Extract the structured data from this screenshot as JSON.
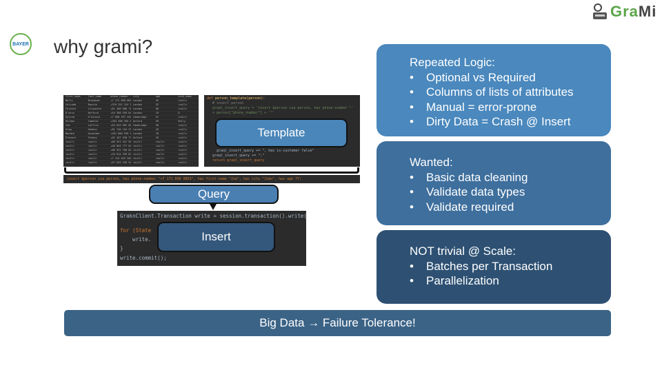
{
  "header": {
    "title": "why grami?",
    "bayer_logo": "BAYER",
    "grami_logo": "GraMi"
  },
  "table": {
    "headers": [
      "first_name",
      "last_name",
      "phone_number",
      "city",
      "age",
      "nick_name"
    ],
    "rows": [
      [
        "Melli",
        "Bleakman",
        "+7 171 898 0853",
        "London",
        "55",
        "<null>"
      ],
      [
        "Celinda",
        "Bonick",
        "+370 351 224 5176",
        "London",
        "52",
        "<null>"
      ],
      [
        "Chryste",
        "Lilywhite",
        "+81 308 988 7153",
        "London",
        "66",
        "<null>"
      ],
      [
        "D'arcy",
        "Byfford",
        "+54 398 559 0423",
        "London",
        "19",
        "D"
      ],
      [
        "Xylina",
        "D'Alesco",
        "+7 690 597 4443",
        "Cambridge",
        "51",
        "<null>"
      ],
      [
        "Roldan",
        "Cometti",
        "+263 498 495 0617",
        "Oxford",
        "59",
        "Rolly"
      ],
      [
        "Cob",
        "Lafflin",
        "+63 815 962 6097",
        "Cambridge",
        "56",
        "<null>"
      ],
      [
        "Olag",
        "Heakey",
        "+81 746 154 2598",
        "London",
        "45",
        "<null>"
      ],
      [
        "Mandie",
        "Assender",
        "+261 860 539 4754",
        "London",
        "18",
        "<null>"
      ],
      [
        "Elenore",
        "Stokey",
        "+62 107 530 7380",
        "Oxford",
        "35",
        "<null>"
      ],
      [
        "<null>",
        "<null>",
        "+86 921 547 9883",
        "<null>",
        "<null>",
        "<null>"
      ],
      [
        "<null>",
        "<null>",
        "+48 894 777 6170",
        "<null>",
        "<null>",
        "<null>"
      ],
      [
        "<null>",
        "<null>",
        "+86 922 768 8416",
        "<null>",
        "<null>",
        "<null>"
      ],
      [
        "<null>",
        "<null>",
        "+33 614 339 8293",
        "<null>",
        "<null>",
        "<null>"
      ],
      [
        "<null>",
        "<null>",
        "+7 414 625 3019",
        "<null>",
        "<null>",
        "<null>"
      ],
      [
        "<null>",
        "<null>",
        "+57 629 428 5488",
        "<null>",
        "<null>",
        "<null>"
      ]
    ]
  },
  "template_code": {
    "def": "def",
    "fn": "person_template(person):",
    "comment": "# insert person",
    "line": "graql_insert_query = 'insert $person isa person, has phone-number \"' + person[\"phone_number\"] + '\"'",
    "else_line": "graql_insert_query += \", has is-customer false\"",
    "end_line": "graql_insert_query += \";\"",
    "ret": "return graql_insert_query"
  },
  "query_code": "insert $person isa person, has phone-number \"+7 171 898 0853\", has first-name \"Joe\", has city \"Jimo\", has age 77;",
  "insert_code": [
    "GraknClient.Transaction write = session.transaction().write();",
    "for (State",
    "    write.",
    "}",
    "write.commit();"
  ],
  "overlays": {
    "template": "Template",
    "query": "Query",
    "insert": "Insert"
  },
  "panels": [
    {
      "heading": "Repeated Logic:",
      "items": [
        "Optional vs Required",
        "Columns of lists of attributes",
        "Manual = error-prone",
        "Dirty Data = Crash @ Insert"
      ]
    },
    {
      "heading": "Wanted:",
      "items": [
        "Basic data cleaning",
        "Validate data types",
        "Validate required"
      ]
    },
    {
      "heading": "NOT trivial @ Scale:",
      "items": [
        "Batches per Transaction",
        "Parallelization"
      ]
    }
  ],
  "footer_bar": "Big Data → Failure Tolerance!"
}
